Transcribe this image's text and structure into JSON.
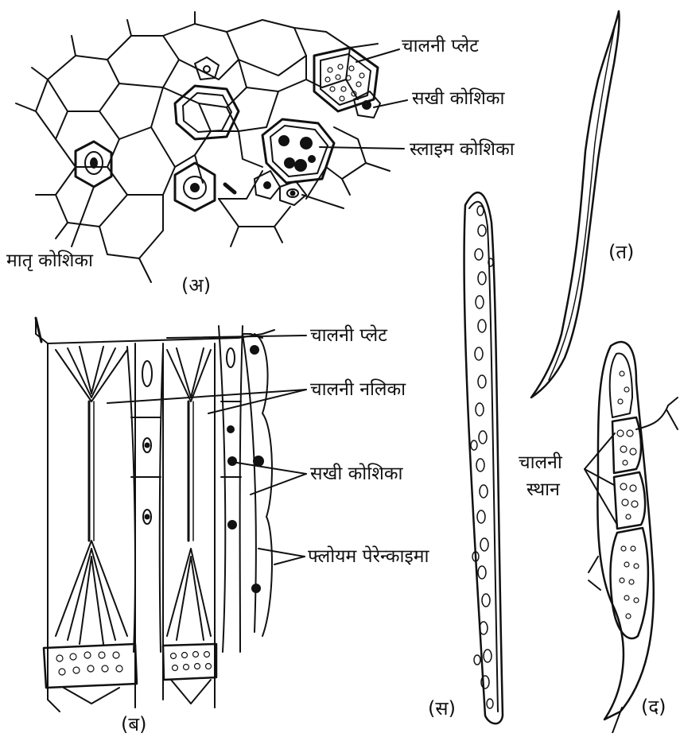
{
  "panels": {
    "a": "(अ)",
    "b": "(ब)",
    "s": "(स)",
    "t": "(त)",
    "d": "(द)"
  },
  "labels_a": {
    "sieve_plate": "चालनी प्लेट",
    "companion_cell": "सखी कोशिका",
    "slime_cell": "स्लाइम कोशिका",
    "mother_cell": "मातृ कोशिका"
  },
  "labels_b": {
    "sieve_plate": "चालनी प्लेट",
    "sieve_tube": "चालनी नलिका",
    "companion_cell": "सखी कोशिका",
    "phloem_parenchyma": "फ्लोयम पेरेन्काइमा"
  },
  "labels_d": {
    "sieve_area_1": "चालनी",
    "sieve_area_2": "स्थान"
  }
}
